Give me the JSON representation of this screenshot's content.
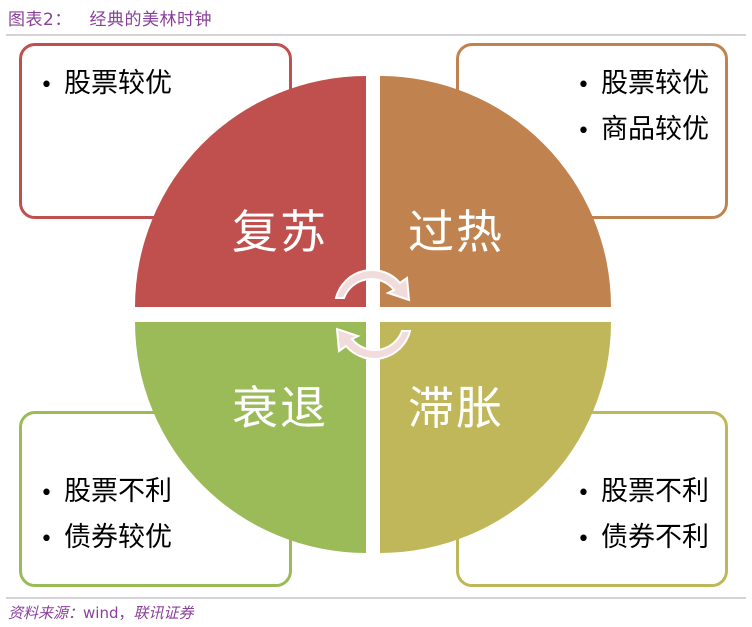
{
  "header": {
    "title": "图表2：   经典的美林时钟"
  },
  "footer": {
    "source_label": "资料来源：",
    "source_wind": "wind，",
    "source_org": "联讯证券"
  },
  "colors": {
    "recovery": "#c0504d",
    "overheat": "#c0834f",
    "recession": "#9bbb59",
    "stagflation": "#c0b75a",
    "title": "#8a3f9b",
    "arrow": "#f2dcdb"
  },
  "quadrants": [
    {
      "id": "recovery",
      "label": "复苏",
      "position": "top-left",
      "notes": [
        "股票较优"
      ]
    },
    {
      "id": "overheat",
      "label": "过热",
      "position": "top-right",
      "notes": [
        "股票较优",
        "商品较优"
      ]
    },
    {
      "id": "recession",
      "label": "衰退",
      "position": "bottom-left",
      "notes": [
        "股票不利",
        "债券较优"
      ]
    },
    {
      "id": "stagflation",
      "label": "滞胀",
      "position": "bottom-right",
      "notes": [
        "股票不利",
        "债券不利"
      ]
    }
  ],
  "bullet": "•",
  "icons": {
    "cycle": "cycle-arrows-icon"
  }
}
